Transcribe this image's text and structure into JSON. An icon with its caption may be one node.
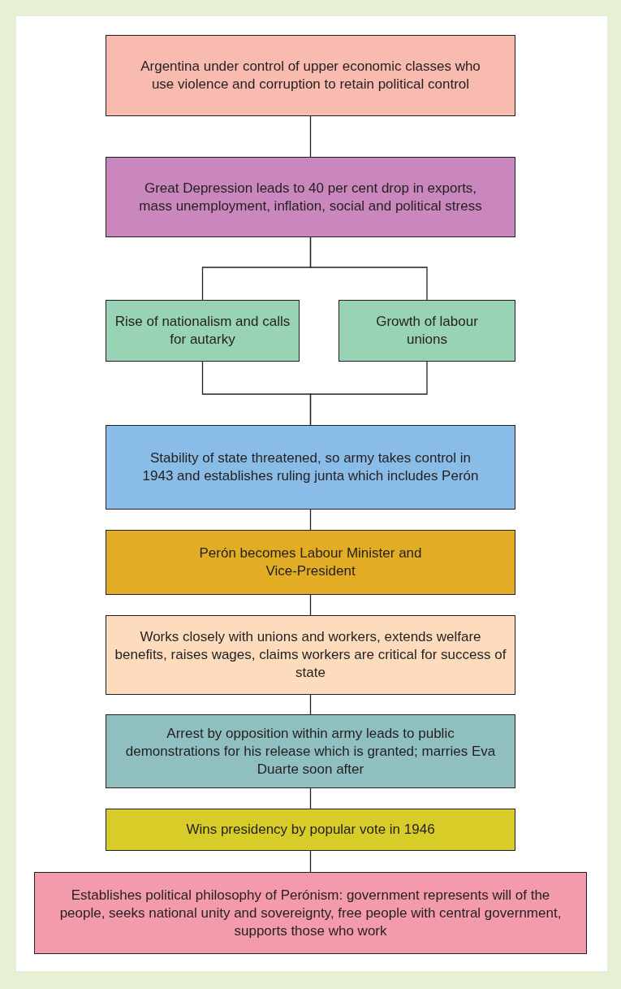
{
  "diagram": {
    "nodes": [
      {
        "text": [
          "Argentina under control of upper economic classes who use violence and corruption to retain political control"
        ]
      },
      {
        "text": [
          "Great Depression leads to 40 per cent drop in exports, mass unemployment, inflation, social and political stress"
        ]
      },
      {
        "text": [
          "Rise of nationalism and calls for autarky"
        ]
      },
      {
        "text": [
          "Growth of labour unions"
        ]
      },
      {
        "text": [
          "Stability of state threatened, so army takes control in 1943 and establishes ruling junta which includes Perón"
        ]
      },
      {
        "text": [
          "Perón becomes Labour Minister and Vice-President"
        ]
      },
      {
        "text": [
          "Works closely with unions and workers, extends welfare benefits, raises wages, claims workers are critical for success of state"
        ]
      },
      {
        "text": [
          "Arrest by opposition within army leads to public demonstrations for his release which is granted; marries Eva Duarte soon after"
        ]
      },
      {
        "text": [
          "Wins presidency by popular vote in 1946"
        ]
      },
      {
        "text": [
          "Establishes political philosophy of Perónism: government represents will of the people, seeks national unity and sovereignty, free people with central government, supports those who work"
        ]
      }
    ],
    "edges": [
      {
        "from": 0,
        "to": 1,
        "arrow": "none"
      },
      {
        "from": 1,
        "to": 2,
        "arrow": "none"
      },
      {
        "from": 1,
        "to": 3,
        "arrow": "none"
      },
      {
        "from": 2,
        "to": 4,
        "arrow": "none"
      },
      {
        "from": 3,
        "to": 4,
        "arrow": "none"
      },
      {
        "from": 4,
        "to": 5,
        "arrow": "none"
      },
      {
        "from": 5,
        "to": 6,
        "arrow": "none"
      },
      {
        "from": 6,
        "to": 7,
        "arrow": "none"
      },
      {
        "from": 7,
        "to": 8,
        "arrow": "none"
      },
      {
        "from": 8,
        "to": 9,
        "arrow": "none"
      }
    ]
  }
}
